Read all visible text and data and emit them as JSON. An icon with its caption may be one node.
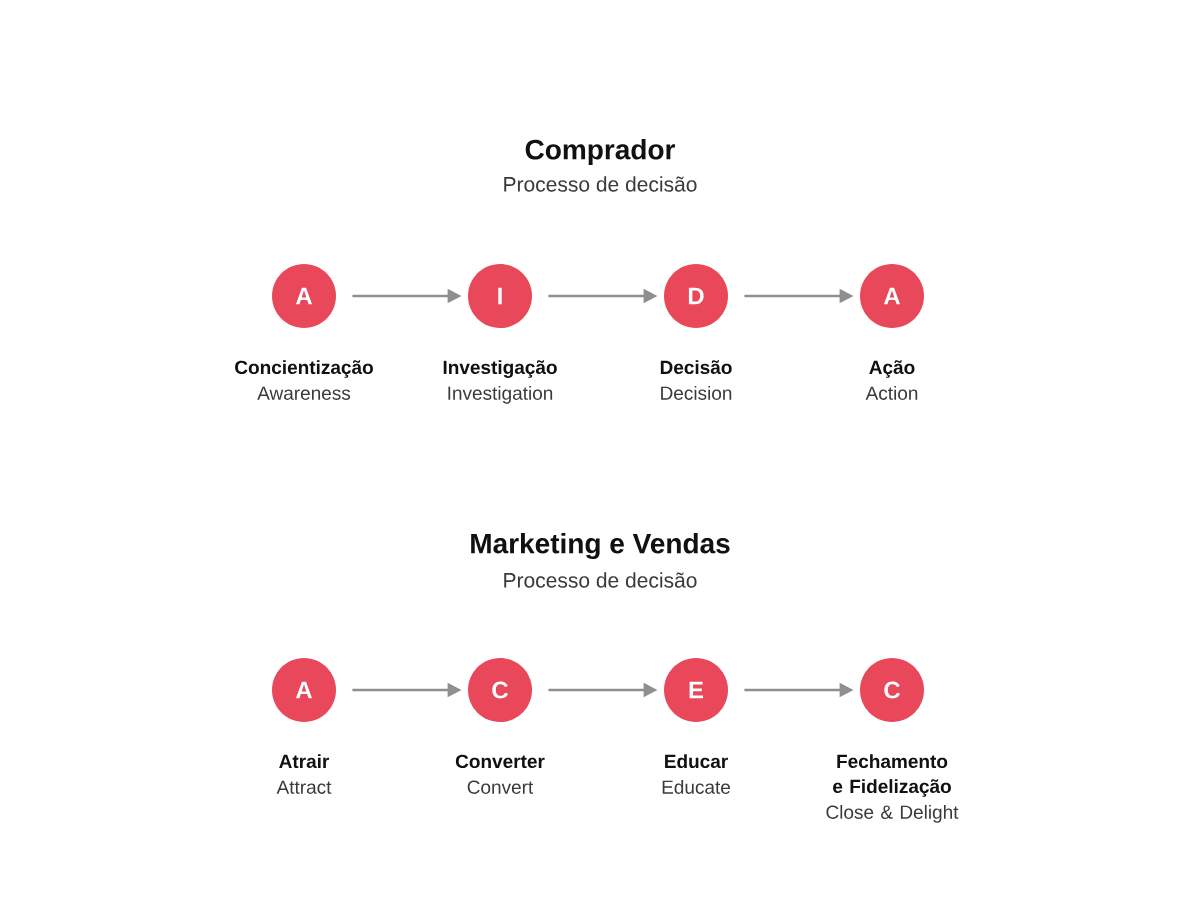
{
  "diagram": {
    "nodes": [
      {
        "text": [
          "A"
        ],
        "beside": [
          "Concientização",
          "Awareness"
        ]
      },
      {
        "text": [
          "I"
        ],
        "beside": [
          "Investigação",
          "Investigation"
        ]
      },
      {
        "text": [
          "D"
        ],
        "beside": [
          "Decisão",
          "Decision"
        ]
      },
      {
        "text": [
          "A"
        ],
        "beside": [
          "Ação",
          "Action"
        ]
      },
      {
        "text": [
          "A"
        ],
        "beside": [
          "Atrair",
          "Attract"
        ]
      },
      {
        "text": [
          "C"
        ],
        "beside": [
          "Converter",
          "Convert"
        ]
      },
      {
        "text": [
          "E"
        ],
        "beside": [
          "Educar",
          "Educate"
        ]
      },
      {
        "text": [
          "C"
        ],
        "beside": [
          "Fechamento e Fidelização",
          "Close & Delight"
        ]
      }
    ],
    "edges": [
      {
        "from": 0,
        "to": 1,
        "arrow": "to"
      },
      {
        "from": 1,
        "to": 2,
        "arrow": "to"
      },
      {
        "from": 2,
        "to": 3,
        "arrow": "to"
      },
      {
        "from": 4,
        "to": 5,
        "arrow": "to"
      },
      {
        "from": 5,
        "to": 6,
        "arrow": "to"
      },
      {
        "from": 6,
        "to": 7,
        "arrow": "to"
      }
    ],
    "labels": [
      "Comprador",
      "Processo de decisão",
      "Marketing e Vendas",
      "Processo de decisão"
    ]
  }
}
